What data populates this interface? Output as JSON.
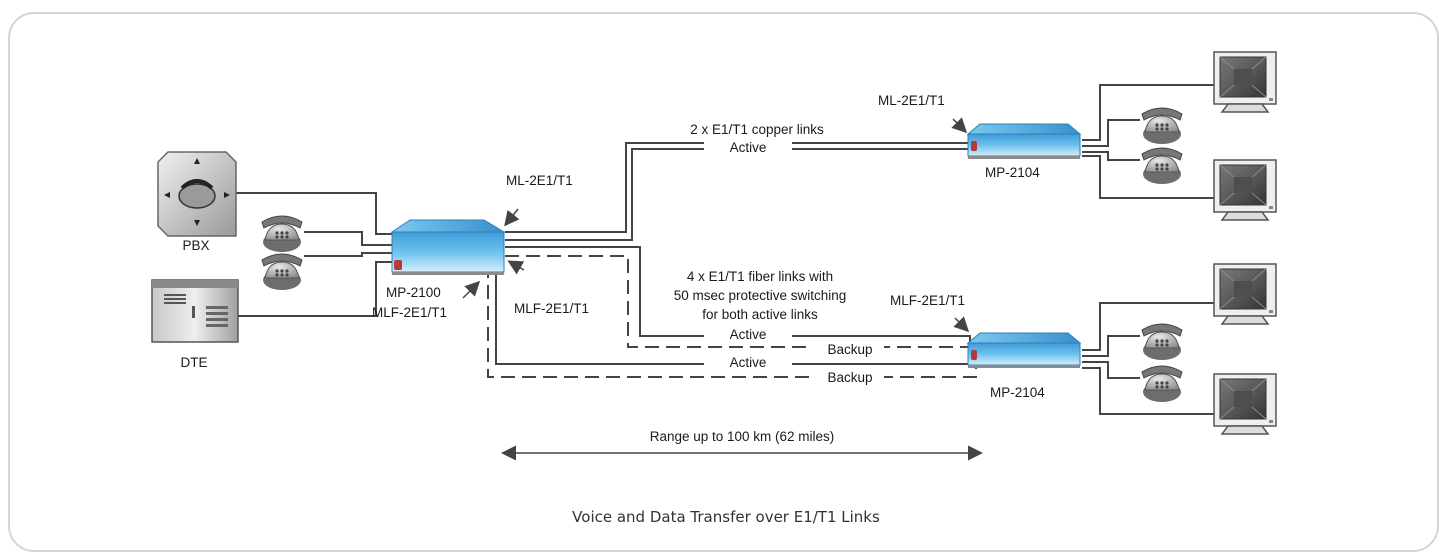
{
  "caption": "Voice and Data Transfer over E1/T1 Links",
  "left": {
    "pbx": "PBX",
    "dte": "DTE"
  },
  "central": {
    "device": "MP-2100",
    "ml_label": "ML-2E1/T1",
    "mlf_label_left": "MLF-2E1/T1",
    "mlf_label_right": "MLF-2E1/T1"
  },
  "copper": {
    "title": "2 x E1/T1 copper links",
    "active": "Active"
  },
  "fiber": {
    "line1": "4 x E1/T1 fiber links with",
    "line2": "50 msec protective switching",
    "line3": "for both active links",
    "active1": "Active",
    "backup1": "Backup",
    "active2": "Active",
    "backup2": "Backup"
  },
  "remote_top": {
    "card": "ML-2E1/T1",
    "device": "MP-2104"
  },
  "remote_bottom": {
    "card": "MLF-2E1/T1",
    "device": "MP-2104"
  },
  "range": "Range up to 100 km (62 miles)",
  "colors": {
    "device_blue": "#5fb8e8",
    "wire": "#444444",
    "frame": "#d4d4d4"
  }
}
